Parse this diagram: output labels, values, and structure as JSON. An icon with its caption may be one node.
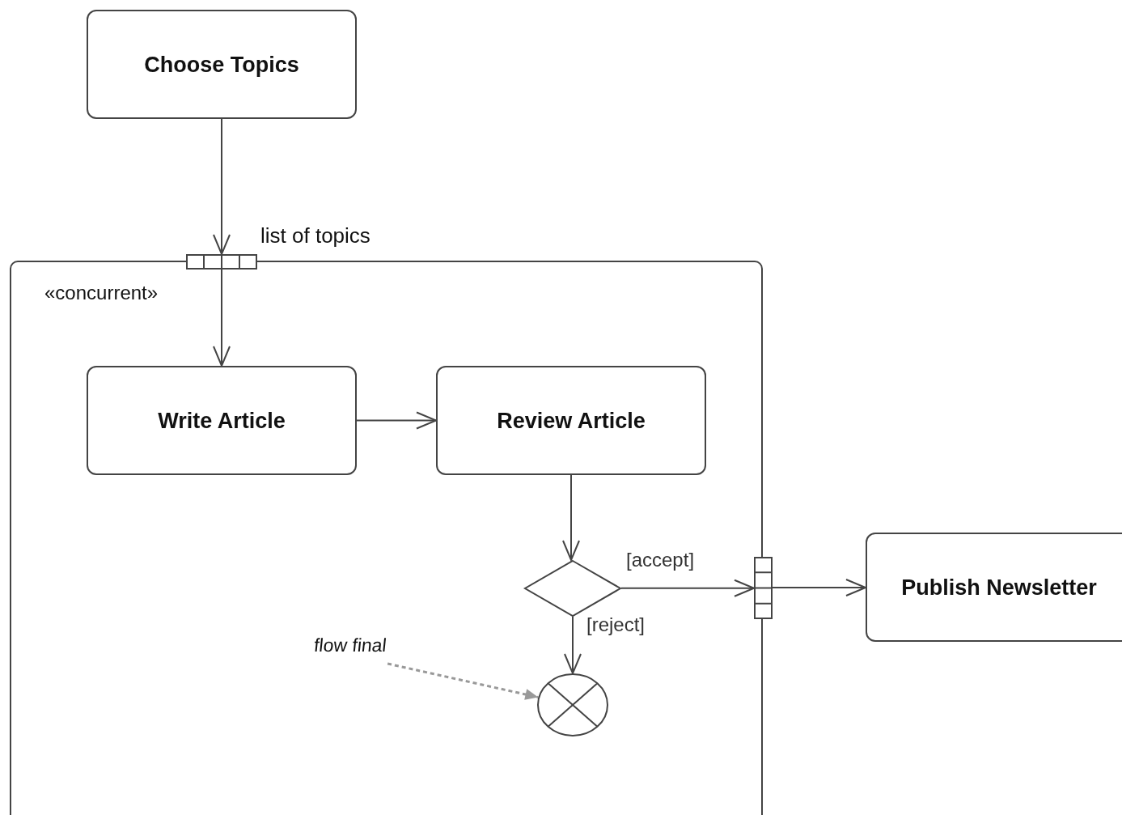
{
  "diagram": {
    "nodes": [
      {
        "text": [
          "Choose Topics"
        ]
      },
      {
        "text": [
          "«concurrent»"
        ]
      },
      {
        "text": [],
        "shape": "bar",
        "beside": [
          "list of topics"
        ]
      },
      {
        "text": [
          "Write Article"
        ],
        "in": 1
      },
      {
        "text": [
          "Review Article"
        ],
        "in": 1
      },
      {
        "text": [],
        "shape": "diamond",
        "in": 1
      },
      {
        "text": [],
        "shape": "circle",
        "in": 1
      },
      {
        "text": [
          "flow final"
        ],
        "in": 1
      },
      {
        "text": [],
        "shape": "bar"
      },
      {
        "text": [
          "Publish Newsletter"
        ]
      }
    ],
    "edges": [
      {
        "from": 0,
        "to": 2,
        "arrow": "to"
      },
      {
        "from": 2,
        "to": 3,
        "arrow": "to"
      },
      {
        "from": 3,
        "to": 4,
        "arrow": "to"
      },
      {
        "from": 4,
        "to": 5,
        "arrow": "to"
      },
      {
        "from": 5,
        "to": 8,
        "arrow": "to",
        "label": "[accept]"
      },
      {
        "from": 5,
        "to": 6,
        "arrow": "to",
        "label": "[reject]"
      },
      {
        "from": 7,
        "to": 6,
        "arrow": "to",
        "style": "dashed",
        "color": "#999999"
      },
      {
        "from": 8,
        "to": 9,
        "arrow": "to"
      }
    ]
  }
}
